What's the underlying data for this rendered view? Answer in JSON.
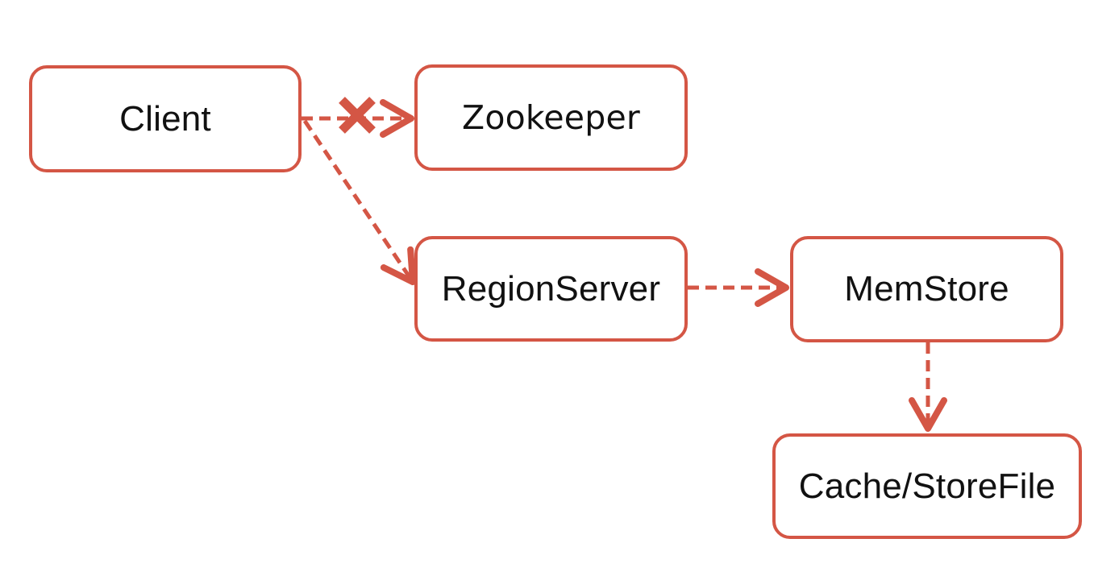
{
  "diagram": {
    "accent_color": "#d45645",
    "nodes": {
      "client": {
        "label": "Client"
      },
      "zookeeper": {
        "label": "Zookeeper"
      },
      "regionserver": {
        "label": "RegionServer"
      },
      "memstore": {
        "label": "MemStore"
      },
      "cachestore": {
        "label": "Cache/StoreFile"
      }
    },
    "edges": [
      {
        "from": "client",
        "to": "zookeeper",
        "style": "dashed",
        "blocked": true
      },
      {
        "from": "client",
        "to": "regionserver",
        "style": "dashed",
        "blocked": false
      },
      {
        "from": "regionserver",
        "to": "memstore",
        "style": "dashed",
        "blocked": false
      },
      {
        "from": "memstore",
        "to": "cachestore",
        "style": "dashed",
        "blocked": false
      }
    ],
    "blocked_marker_icon": "x-cross-icon"
  }
}
